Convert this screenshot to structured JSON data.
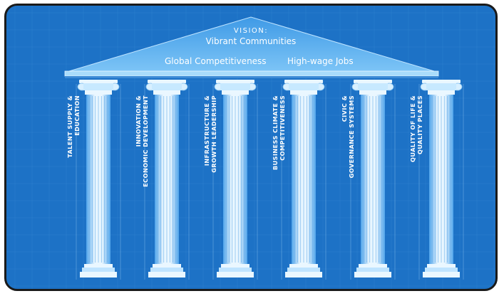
{
  "vision": {
    "label": "VISION:",
    "line1": "Vibrant Communities",
    "line2_left": "Global Competitiveness",
    "line2_right": "High-wage Jobs"
  },
  "pillars": [
    {
      "line1": "TALENT SUPPLY &",
      "line2": "EDUCATION"
    },
    {
      "line1": "INNOVATION &",
      "line2": "ECONOMIC DEVELOPMENT"
    },
    {
      "line1": "INFRASTRUCTURE &",
      "line2": "GROWTH LEADERSHIP"
    },
    {
      "line1": "BUSINESS CLIMATE &",
      "line2": "COMPETITIVENESS"
    },
    {
      "line1": "CIVIC &",
      "line2": "GOVERNANCE SYSTEMS"
    },
    {
      "line1": "QUALITY OF LIFE &",
      "line2": "QUALITY PLACES"
    }
  ],
  "colors": {
    "background": "#1d72c6",
    "roof": "#5aaef0",
    "column": "#cfeafc",
    "grid": "#4a93d8"
  }
}
